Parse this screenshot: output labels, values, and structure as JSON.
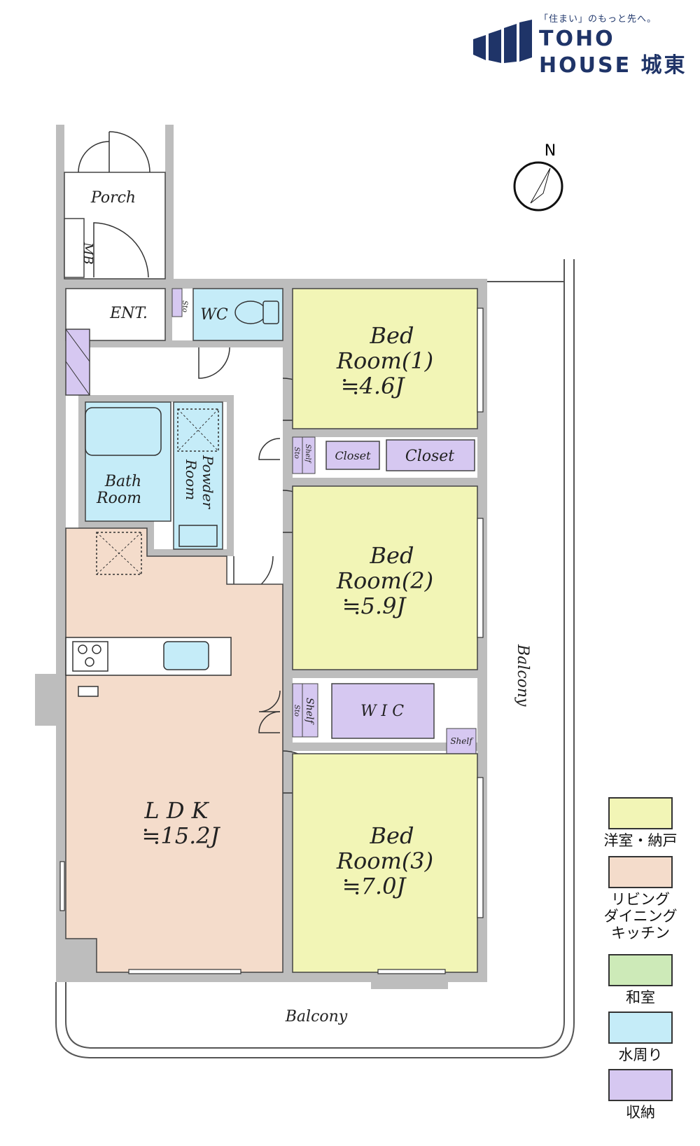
{
  "logo": {
    "tagline": "「住まい」のもっと先へ。",
    "line1": "TOHO",
    "line2": "HOUSE 城東"
  },
  "compass": {
    "label": "N"
  },
  "rooms": {
    "porch": "Porch",
    "mb": "MB",
    "ent": "ENT.",
    "wc": "WC",
    "sto_wc": "Sto",
    "bath": [
      "Bath",
      "Room"
    ],
    "powder": [
      "Powder",
      "Room"
    ],
    "bed1": [
      "Bed",
      "Room(1)",
      "≒4.6J"
    ],
    "bed2": [
      "Bed",
      "Room(2)",
      "≒5.9J"
    ],
    "bed3": [
      "Bed",
      "Room(3)",
      "≒7.0J"
    ],
    "ldk": [
      "L D K",
      "≒15.2J"
    ],
    "closet_small": "Closet",
    "closet_large": "Closet",
    "sto_a": "Sto",
    "shelf_a": "Shelf",
    "sto_b": "Sto",
    "shelf_b": "Shelf",
    "wic": "W I C",
    "shelf_c": "Shelf",
    "balcony_east": "Balcony",
    "balcony_south": "Balcony"
  },
  "legend": [
    {
      "label": "洋室・納戸",
      "color": "#f2f5b6"
    },
    {
      "label": "リビング\nダイニング\nキッチン",
      "color": "#f4dccb"
    },
    {
      "label": "和室",
      "color": "#cdeab8"
    },
    {
      "label": "水周り",
      "color": "#c5ecf8"
    },
    {
      "label": "収納",
      "color": "#d6c8f1"
    }
  ]
}
